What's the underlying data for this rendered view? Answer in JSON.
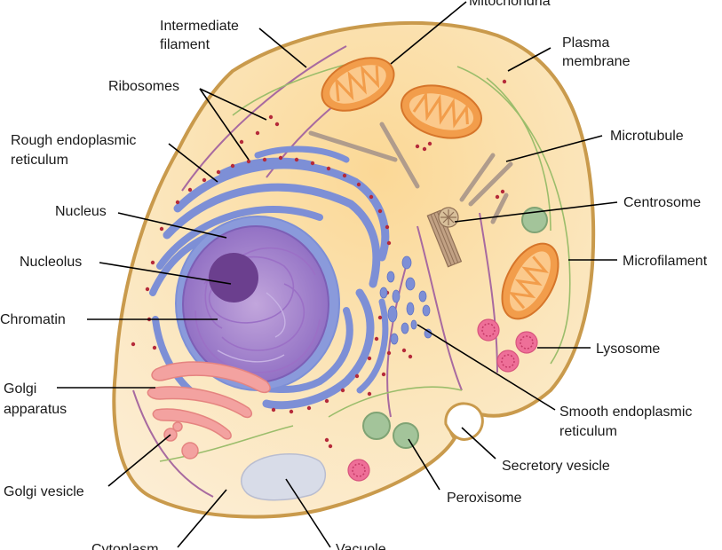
{
  "labels": {
    "mitochondria": "Mitochondria",
    "intermediate_filament_1": "Intermediate",
    "intermediate_filament_2": "filament",
    "plasma_membrane_1": "Plasma",
    "plasma_membrane_2": "membrane",
    "ribosomes": "Ribosomes",
    "rough_er_1": "Rough endoplasmic",
    "rough_er_2": "reticulum",
    "microtubule": "Microtubule",
    "nucleus": "Nucleus",
    "centrosome": "Centrosome",
    "nucleolus": "Nucleolus",
    "microfilament": "Microfilament",
    "chromatin": "Chromatin",
    "lysosome": "Lysosome",
    "golgi_apparatus_1": "Golgi",
    "golgi_apparatus_2": "apparatus",
    "smooth_er_1": "Smooth endoplasmic",
    "smooth_er_2": "reticulum",
    "secretory_vesicle": "Secretory vesicle",
    "golgi_vesicle": "Golgi vesicle",
    "peroxisome": "Peroxisome",
    "cytoplasm": "Cytoplasm",
    "vacuole": "Vacuole"
  },
  "colors": {
    "cytoplasm": "#fbe8c0",
    "plasma_membrane": "#c99a4c",
    "nucleus": "#8b7fd0",
    "nucleolus": "#6b3f8e",
    "er": "#7d8fd6",
    "ribosome": "#b52a3a",
    "mitochondria": "#f29d4b",
    "golgi": "#f3a2a0",
    "lysosome": "#ee6f98",
    "peroxisome": "#a3c49a",
    "vacuole": "#d8dce8",
    "microfilament": "#9bbd6b",
    "microtubule": "#b09c8c",
    "intermediate_filament": "#a86aa0"
  }
}
